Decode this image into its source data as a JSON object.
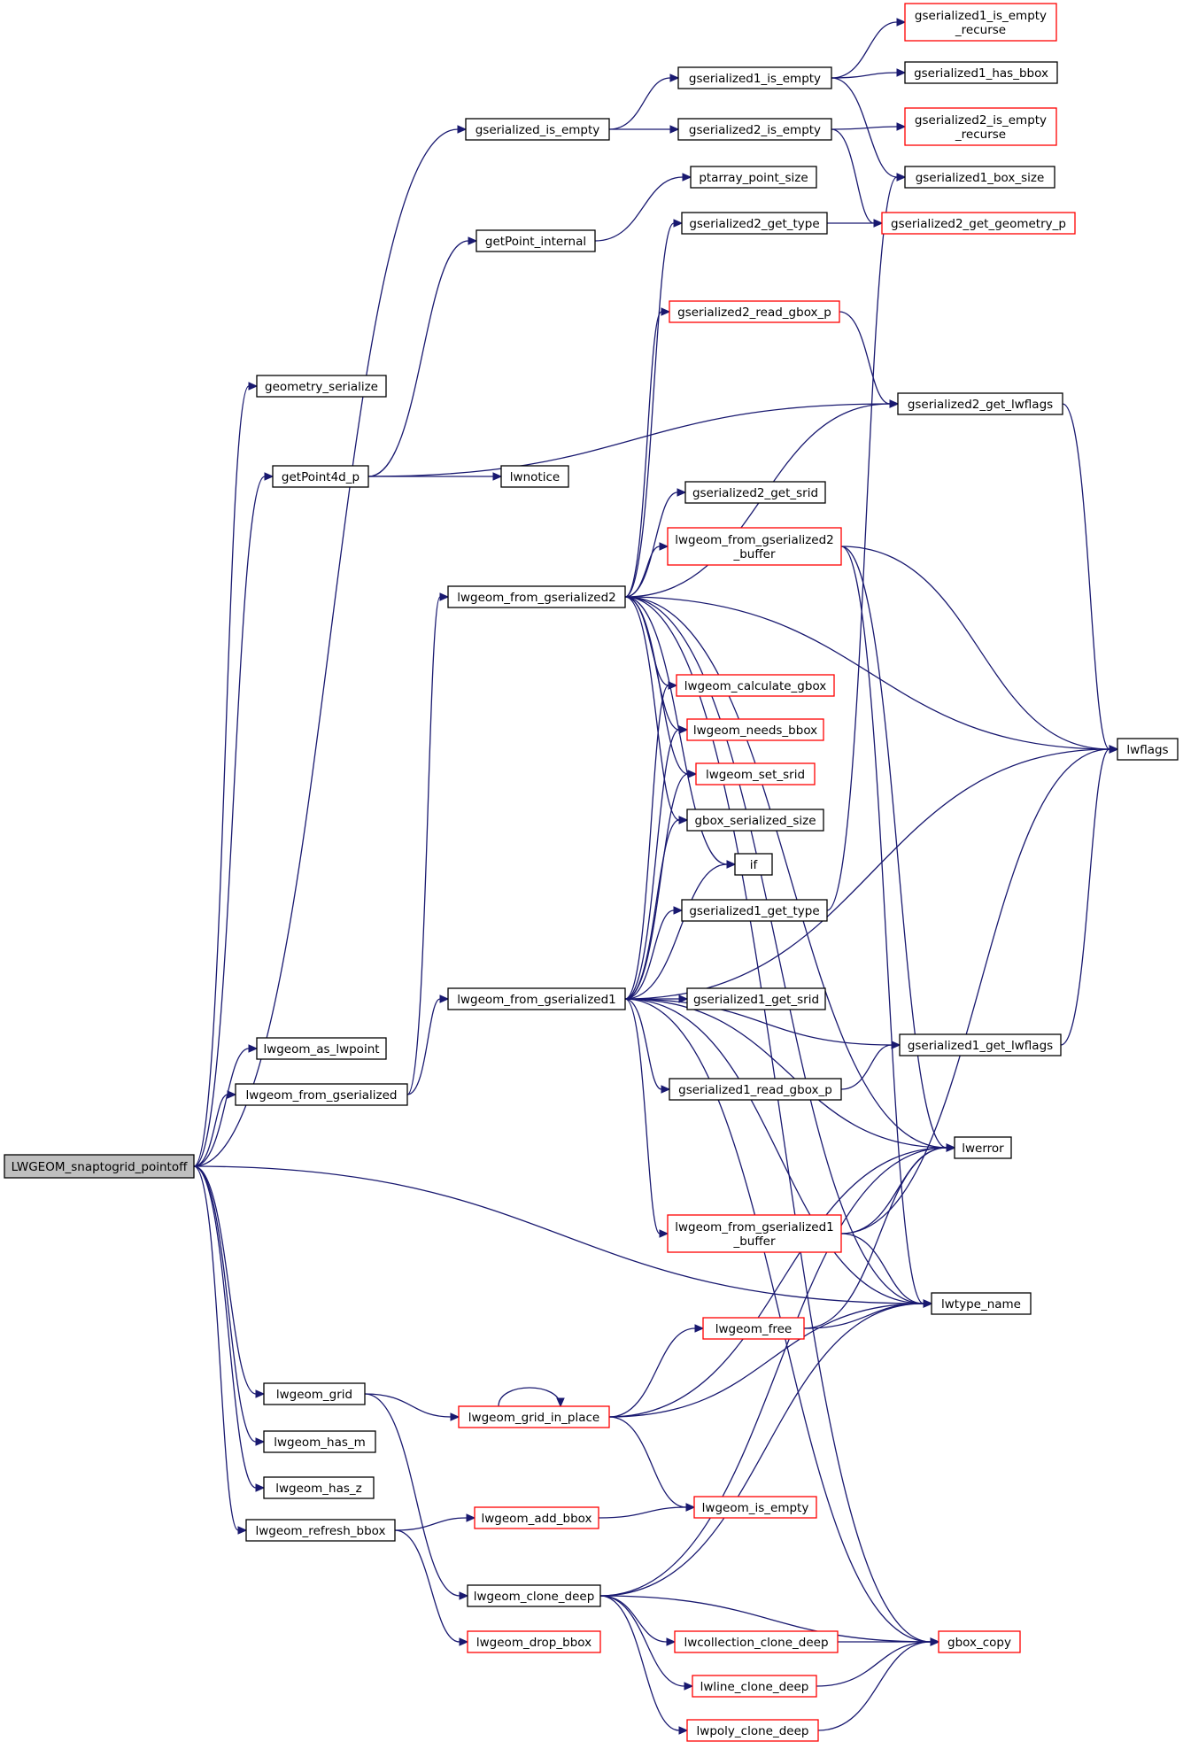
{
  "colors": {
    "edge": "#191970",
    "node_border_plain": "#000000",
    "node_border_red": "#ff0000",
    "root_fill": "#bfbfbf",
    "node_fill": "#ffffff"
  },
  "nodes": [
    {
      "id": "root",
      "lines": [
        "LWGEOM_snaptogrid_pointoff"
      ],
      "style": "root"
    },
    {
      "id": "geometry_serialize",
      "lines": [
        "geometry_serialize"
      ],
      "style": "plain"
    },
    {
      "id": "gserialized_is_empty",
      "lines": [
        "gserialized_is_empty"
      ],
      "style": "plain"
    },
    {
      "id": "gserialized1_is_empty",
      "lines": [
        "gserialized1_is_empty"
      ],
      "style": "plain"
    },
    {
      "id": "gserialized1_is_empty_recurse",
      "lines": [
        "gserialized1_is_empty",
        "_recurse"
      ],
      "style": "red"
    },
    {
      "id": "gserialized1_has_bbox",
      "lines": [
        "gserialized1_has_bbox"
      ],
      "style": "plain"
    },
    {
      "id": "gserialized2_is_empty",
      "lines": [
        "gserialized2_is_empty"
      ],
      "style": "plain"
    },
    {
      "id": "gserialized2_is_empty_recurse",
      "lines": [
        "gserialized2_is_empty",
        "_recurse"
      ],
      "style": "red"
    },
    {
      "id": "gserialized1_box_size",
      "lines": [
        "gserialized1_box_size"
      ],
      "style": "plain"
    },
    {
      "id": "ptarray_point_size",
      "lines": [
        "ptarray_point_size"
      ],
      "style": "plain"
    },
    {
      "id": "getPoint_internal",
      "lines": [
        "getPoint_internal"
      ],
      "style": "plain"
    },
    {
      "id": "gserialized2_get_type",
      "lines": [
        "gserialized2_get_type"
      ],
      "style": "plain"
    },
    {
      "id": "gserialized2_get_geometry_p",
      "lines": [
        "gserialized2_get_geometry_p"
      ],
      "style": "red"
    },
    {
      "id": "gserialized2_read_gbox_p",
      "lines": [
        "gserialized2_read_gbox_p"
      ],
      "style": "red"
    },
    {
      "id": "gserialized2_get_lwflags",
      "lines": [
        "gserialized2_get_lwflags"
      ],
      "style": "plain"
    },
    {
      "id": "getPoint4d_p",
      "lines": [
        "getPoint4d_p"
      ],
      "style": "plain"
    },
    {
      "id": "lwnotice",
      "lines": [
        "lwnotice"
      ],
      "style": "plain"
    },
    {
      "id": "gserialized2_get_srid",
      "lines": [
        "gserialized2_get_srid"
      ],
      "style": "plain"
    },
    {
      "id": "lwgeom_from_gserialized2_buffer",
      "lines": [
        "lwgeom_from_gserialized2",
        "_buffer"
      ],
      "style": "red"
    },
    {
      "id": "lwgeom_from_gserialized2",
      "lines": [
        "lwgeom_from_gserialized2"
      ],
      "style": "plain"
    },
    {
      "id": "lwgeom_calculate_gbox",
      "lines": [
        "lwgeom_calculate_gbox"
      ],
      "style": "red"
    },
    {
      "id": "lwgeom_needs_bbox",
      "lines": [
        "lwgeom_needs_bbox"
      ],
      "style": "red"
    },
    {
      "id": "lwflags",
      "lines": [
        "lwflags"
      ],
      "style": "plain"
    },
    {
      "id": "lwgeom_set_srid",
      "lines": [
        "lwgeom_set_srid"
      ],
      "style": "red"
    },
    {
      "id": "gbox_serialized_size",
      "lines": [
        "gbox_serialized_size"
      ],
      "style": "plain"
    },
    {
      "id": "if",
      "lines": [
        "if"
      ],
      "style": "plain"
    },
    {
      "id": "gserialized1_get_type",
      "lines": [
        "gserialized1_get_type"
      ],
      "style": "plain"
    },
    {
      "id": "lwgeom_from_gserialized1",
      "lines": [
        "lwgeom_from_gserialized1"
      ],
      "style": "plain"
    },
    {
      "id": "gserialized1_get_srid",
      "lines": [
        "gserialized1_get_srid"
      ],
      "style": "plain"
    },
    {
      "id": "lwgeom_as_lwpoint",
      "lines": [
        "lwgeom_as_lwpoint"
      ],
      "style": "plain"
    },
    {
      "id": "gserialized1_get_lwflags",
      "lines": [
        "gserialized1_get_lwflags"
      ],
      "style": "plain"
    },
    {
      "id": "lwgeom_from_gserialized",
      "lines": [
        "lwgeom_from_gserialized"
      ],
      "style": "plain"
    },
    {
      "id": "gserialized1_read_gbox_p",
      "lines": [
        "gserialized1_read_gbox_p"
      ],
      "style": "plain"
    },
    {
      "id": "lwerror",
      "lines": [
        "lwerror"
      ],
      "style": "plain"
    },
    {
      "id": "lwgeom_from_gserialized1_buffer",
      "lines": [
        "lwgeom_from_gserialized1",
        "_buffer"
      ],
      "style": "red"
    },
    {
      "id": "lwtype_name",
      "lines": [
        "lwtype_name"
      ],
      "style": "plain"
    },
    {
      "id": "lwgeom_free",
      "lines": [
        "lwgeom_free"
      ],
      "style": "red"
    },
    {
      "id": "lwgeom_grid",
      "lines": [
        "lwgeom_grid"
      ],
      "style": "plain"
    },
    {
      "id": "lwgeom_grid_in_place",
      "lines": [
        "lwgeom_grid_in_place"
      ],
      "style": "red"
    },
    {
      "id": "lwgeom_has_m",
      "lines": [
        "lwgeom_has_m"
      ],
      "style": "plain"
    },
    {
      "id": "lwgeom_has_z",
      "lines": [
        "lwgeom_has_z"
      ],
      "style": "plain"
    },
    {
      "id": "lwgeom_is_empty",
      "lines": [
        "lwgeom_is_empty"
      ],
      "style": "red"
    },
    {
      "id": "lwgeom_refresh_bbox",
      "lines": [
        "lwgeom_refresh_bbox"
      ],
      "style": "plain"
    },
    {
      "id": "lwgeom_add_bbox",
      "lines": [
        "lwgeom_add_bbox"
      ],
      "style": "red"
    },
    {
      "id": "lwgeom_clone_deep",
      "lines": [
        "lwgeom_clone_deep"
      ],
      "style": "plain"
    },
    {
      "id": "lwcollection_clone_deep",
      "lines": [
        "lwcollection_clone_deep"
      ],
      "style": "red"
    },
    {
      "id": "gbox_copy",
      "lines": [
        "gbox_copy"
      ],
      "style": "red"
    },
    {
      "id": "lwgeom_drop_bbox",
      "lines": [
        "lwgeom_drop_bbox"
      ],
      "style": "red"
    },
    {
      "id": "lwline_clone_deep",
      "lines": [
        "lwline_clone_deep"
      ],
      "style": "red"
    },
    {
      "id": "lwpoly_clone_deep",
      "lines": [
        "lwpoly_clone_deep"
      ],
      "style": "red"
    }
  ],
  "edges": [
    [
      "root",
      "geometry_serialize"
    ],
    [
      "root",
      "gserialized_is_empty"
    ],
    [
      "root",
      "getPoint4d_p"
    ],
    [
      "root",
      "lwgeom_as_lwpoint"
    ],
    [
      "root",
      "lwgeom_from_gserialized"
    ],
    [
      "root",
      "lwtype_name"
    ],
    [
      "root",
      "lwgeom_grid"
    ],
    [
      "root",
      "lwgeom_has_m"
    ],
    [
      "root",
      "lwgeom_has_z"
    ],
    [
      "root",
      "lwgeom_refresh_bbox"
    ],
    [
      "gserialized_is_empty",
      "gserialized1_is_empty"
    ],
    [
      "gserialized_is_empty",
      "gserialized2_is_empty"
    ],
    [
      "gserialized1_is_empty",
      "gserialized1_is_empty_recurse"
    ],
    [
      "gserialized1_is_empty",
      "gserialized1_has_bbox"
    ],
    [
      "gserialized1_is_empty",
      "gserialized1_box_size"
    ],
    [
      "gserialized2_is_empty",
      "gserialized2_is_empty_recurse"
    ],
    [
      "gserialized2_is_empty",
      "gserialized2_get_geometry_p"
    ],
    [
      "getPoint_internal",
      "ptarray_point_size"
    ],
    [
      "gserialized2_get_type",
      "gserialized2_get_geometry_p"
    ],
    [
      "gserialized2_read_gbox_p",
      "gserialized2_get_lwflags"
    ],
    [
      "gserialized2_get_lwflags",
      "lwflags"
    ],
    [
      "getPoint4d_p",
      "getPoint_internal"
    ],
    [
      "getPoint4d_p",
      "gserialized2_get_lwflags"
    ],
    [
      "getPoint4d_p",
      "lwnotice"
    ],
    [
      "lwgeom_from_gserialized2_buffer",
      "lwflags"
    ],
    [
      "lwgeom_from_gserialized2_buffer",
      "lwerror"
    ],
    [
      "lwgeom_from_gserialized2_buffer",
      "lwtype_name"
    ],
    [
      "lwgeom_from_gserialized2",
      "gserialized2_get_type"
    ],
    [
      "lwgeom_from_gserialized2",
      "gserialized2_read_gbox_p"
    ],
    [
      "lwgeom_from_gserialized2",
      "lwflags"
    ],
    [
      "lwgeom_from_gserialized2",
      "gserialized2_get_lwflags"
    ],
    [
      "lwgeom_from_gserialized2",
      "gserialized2_get_srid"
    ],
    [
      "lwgeom_from_gserialized2",
      "lwgeom_from_gserialized2_buffer"
    ],
    [
      "lwgeom_from_gserialized2",
      "lwgeom_calculate_gbox"
    ],
    [
      "lwgeom_from_gserialized2",
      "lwgeom_needs_bbox"
    ],
    [
      "lwgeom_from_gserialized2",
      "lwgeom_set_srid"
    ],
    [
      "lwgeom_from_gserialized2",
      "gbox_serialized_size"
    ],
    [
      "lwgeom_from_gserialized2",
      "if"
    ],
    [
      "lwgeom_from_gserialized2",
      "lwerror"
    ],
    [
      "lwgeom_from_gserialized2",
      "lwtype_name"
    ],
    [
      "lwgeom_from_gserialized2",
      "gbox_copy"
    ],
    [
      "gserialized1_get_type",
      "gserialized1_box_size"
    ],
    [
      "lwgeom_from_gserialized1",
      "lwgeom_calculate_gbox"
    ],
    [
      "lwgeom_from_gserialized1",
      "lwgeom_needs_bbox"
    ],
    [
      "lwgeom_from_gserialized1",
      "lwgeom_set_srid"
    ],
    [
      "lwgeom_from_gserialized1",
      "gbox_serialized_size"
    ],
    [
      "lwgeom_from_gserialized1",
      "if"
    ],
    [
      "lwgeom_from_gserialized1",
      "gserialized1_get_type"
    ],
    [
      "lwgeom_from_gserialized1",
      "lwflags"
    ],
    [
      "lwgeom_from_gserialized1",
      "gserialized1_get_srid"
    ],
    [
      "lwgeom_from_gserialized1",
      "gserialized1_get_lwflags"
    ],
    [
      "lwgeom_from_gserialized1",
      "gserialized1_read_gbox_p"
    ],
    [
      "lwgeom_from_gserialized1",
      "lwerror"
    ],
    [
      "lwgeom_from_gserialized1",
      "lwgeom_from_gserialized1_buffer"
    ],
    [
      "lwgeom_from_gserialized1",
      "lwtype_name"
    ],
    [
      "lwgeom_from_gserialized1",
      "gbox_copy"
    ],
    [
      "gserialized1_get_lwflags",
      "lwflags"
    ],
    [
      "lwgeom_from_gserialized",
      "lwgeom_from_gserialized2"
    ],
    [
      "lwgeom_from_gserialized",
      "lwgeom_from_gserialized1"
    ],
    [
      "gserialized1_read_gbox_p",
      "gserialized1_get_lwflags"
    ],
    [
      "lwgeom_from_gserialized1_buffer",
      "lwerror"
    ],
    [
      "lwgeom_from_gserialized1_buffer",
      "lwflags"
    ],
    [
      "lwgeom_from_gserialized1_buffer",
      "lwtype_name"
    ],
    [
      "lwgeom_free",
      "lwerror"
    ],
    [
      "lwgeom_free",
      "lwtype_name"
    ],
    [
      "lwgeom_grid",
      "lwgeom_grid_in_place"
    ],
    [
      "lwgeom_grid",
      "lwgeom_clone_deep"
    ],
    [
      "lwgeom_grid_in_place",
      "lwgeom_grid_in_place"
    ],
    [
      "lwgeom_grid_in_place",
      "lwerror"
    ],
    [
      "lwgeom_grid_in_place",
      "lwgeom_free"
    ],
    [
      "lwgeom_grid_in_place",
      "lwtype_name"
    ],
    [
      "lwgeom_grid_in_place",
      "lwgeom_is_empty"
    ],
    [
      "lwgeom_refresh_bbox",
      "lwgeom_add_bbox"
    ],
    [
      "lwgeom_refresh_bbox",
      "lwgeom_drop_bbox"
    ],
    [
      "lwgeom_add_bbox",
      "lwgeom_is_empty"
    ],
    [
      "lwgeom_clone_deep",
      "lwerror"
    ],
    [
      "lwgeom_clone_deep",
      "lwtype_name"
    ],
    [
      "lwgeom_clone_deep",
      "lwcollection_clone_deep"
    ],
    [
      "lwgeom_clone_deep",
      "lwline_clone_deep"
    ],
    [
      "lwgeom_clone_deep",
      "lwpoly_clone_deep"
    ],
    [
      "lwgeom_clone_deep",
      "gbox_copy"
    ],
    [
      "lwcollection_clone_deep",
      "gbox_copy"
    ],
    [
      "lwline_clone_deep",
      "gbox_copy"
    ],
    [
      "lwpoly_clone_deep",
      "gbox_copy"
    ]
  ]
}
